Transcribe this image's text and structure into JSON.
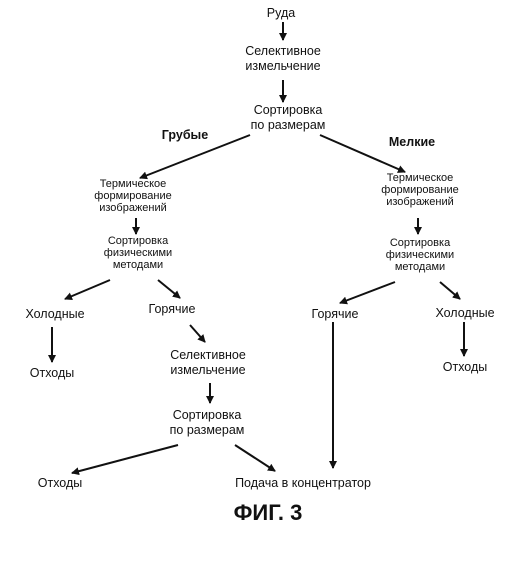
{
  "nodes": {
    "ore": "Руда",
    "selective_grinding_1": [
      "Селективное",
      "измельчение"
    ],
    "size_sorting_1": [
      "Сортировка",
      "по размерам"
    ],
    "coarse": "Грубые",
    "fine": "Мелкие",
    "thermal_imaging_left": [
      "Термическое",
      "формирование",
      "изображений"
    ],
    "thermal_imaging_right": [
      "Термическое",
      "формирование",
      "изображений"
    ],
    "physical_sorting_left": [
      "Сортировка",
      "физическими",
      "методами"
    ],
    "physical_sorting_right": [
      "Сортировка",
      "физическими",
      "методами"
    ],
    "cold_left": "Холодные",
    "hot_left": "Горячие",
    "hot_right": "Горячие",
    "cold_right": "Холодные",
    "waste_left": "Отходы",
    "waste_right": "Отходы",
    "selective_grinding_2": [
      "Селективное",
      "измельчение"
    ],
    "size_sorting_2": [
      "Сортировка",
      "по размерам"
    ],
    "waste_bottom": "Отходы",
    "to_concentrator": "Подача в концентратор"
  },
  "figure_label": "ФИГ. 3"
}
